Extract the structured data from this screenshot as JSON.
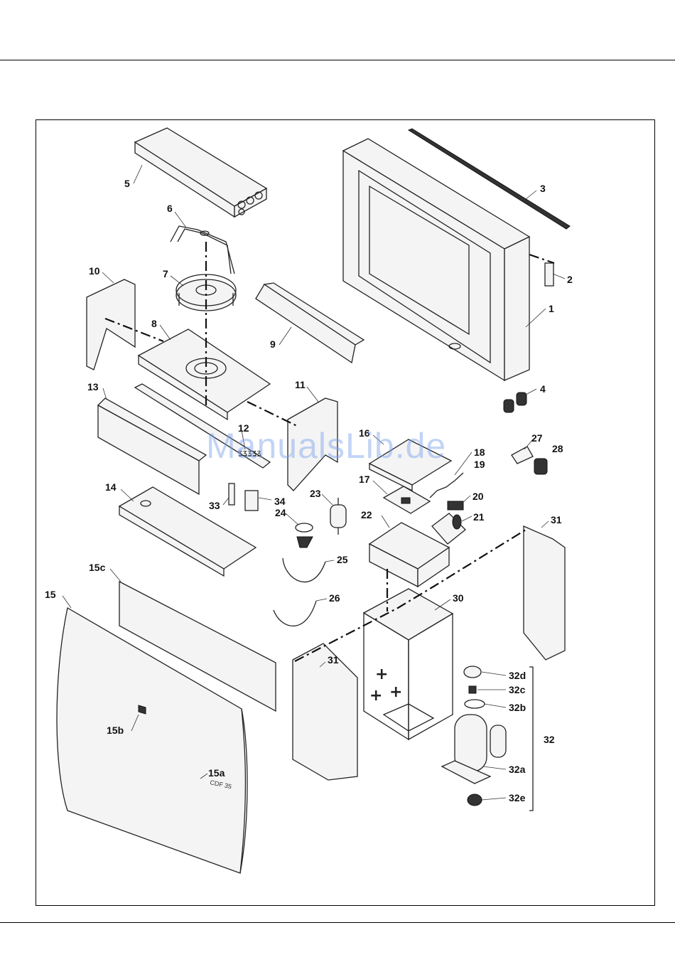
{
  "watermark": "ManualsLib.de",
  "labels": {
    "p1": "1",
    "p2": "2",
    "p3": "3",
    "p4": "4",
    "p5": "5",
    "p6": "6",
    "p7": "7",
    "p8": "8",
    "p9": "9",
    "p10": "10",
    "p11": "11",
    "p12": "12",
    "p13": "13",
    "p14": "14",
    "p15": "15",
    "p15a": "15a",
    "p15b": "15b",
    "p15c": "15c",
    "p16": "16",
    "p17": "17",
    "p18": "18",
    "p19": "19",
    "p20": "20",
    "p21": "21",
    "p22": "22",
    "p23": "23",
    "p24": "24",
    "p25": "25",
    "p26": "26",
    "p27": "27",
    "p28": "28",
    "p30": "30",
    "p31a": "31",
    "p31b": "31",
    "p32": "32",
    "p32a": "32a",
    "p32b": "32b",
    "p32c": "32c",
    "p32d": "32d",
    "p32e": "32e",
    "p33": "33",
    "p34": "34"
  },
  "panel_marking": "CDF 35"
}
